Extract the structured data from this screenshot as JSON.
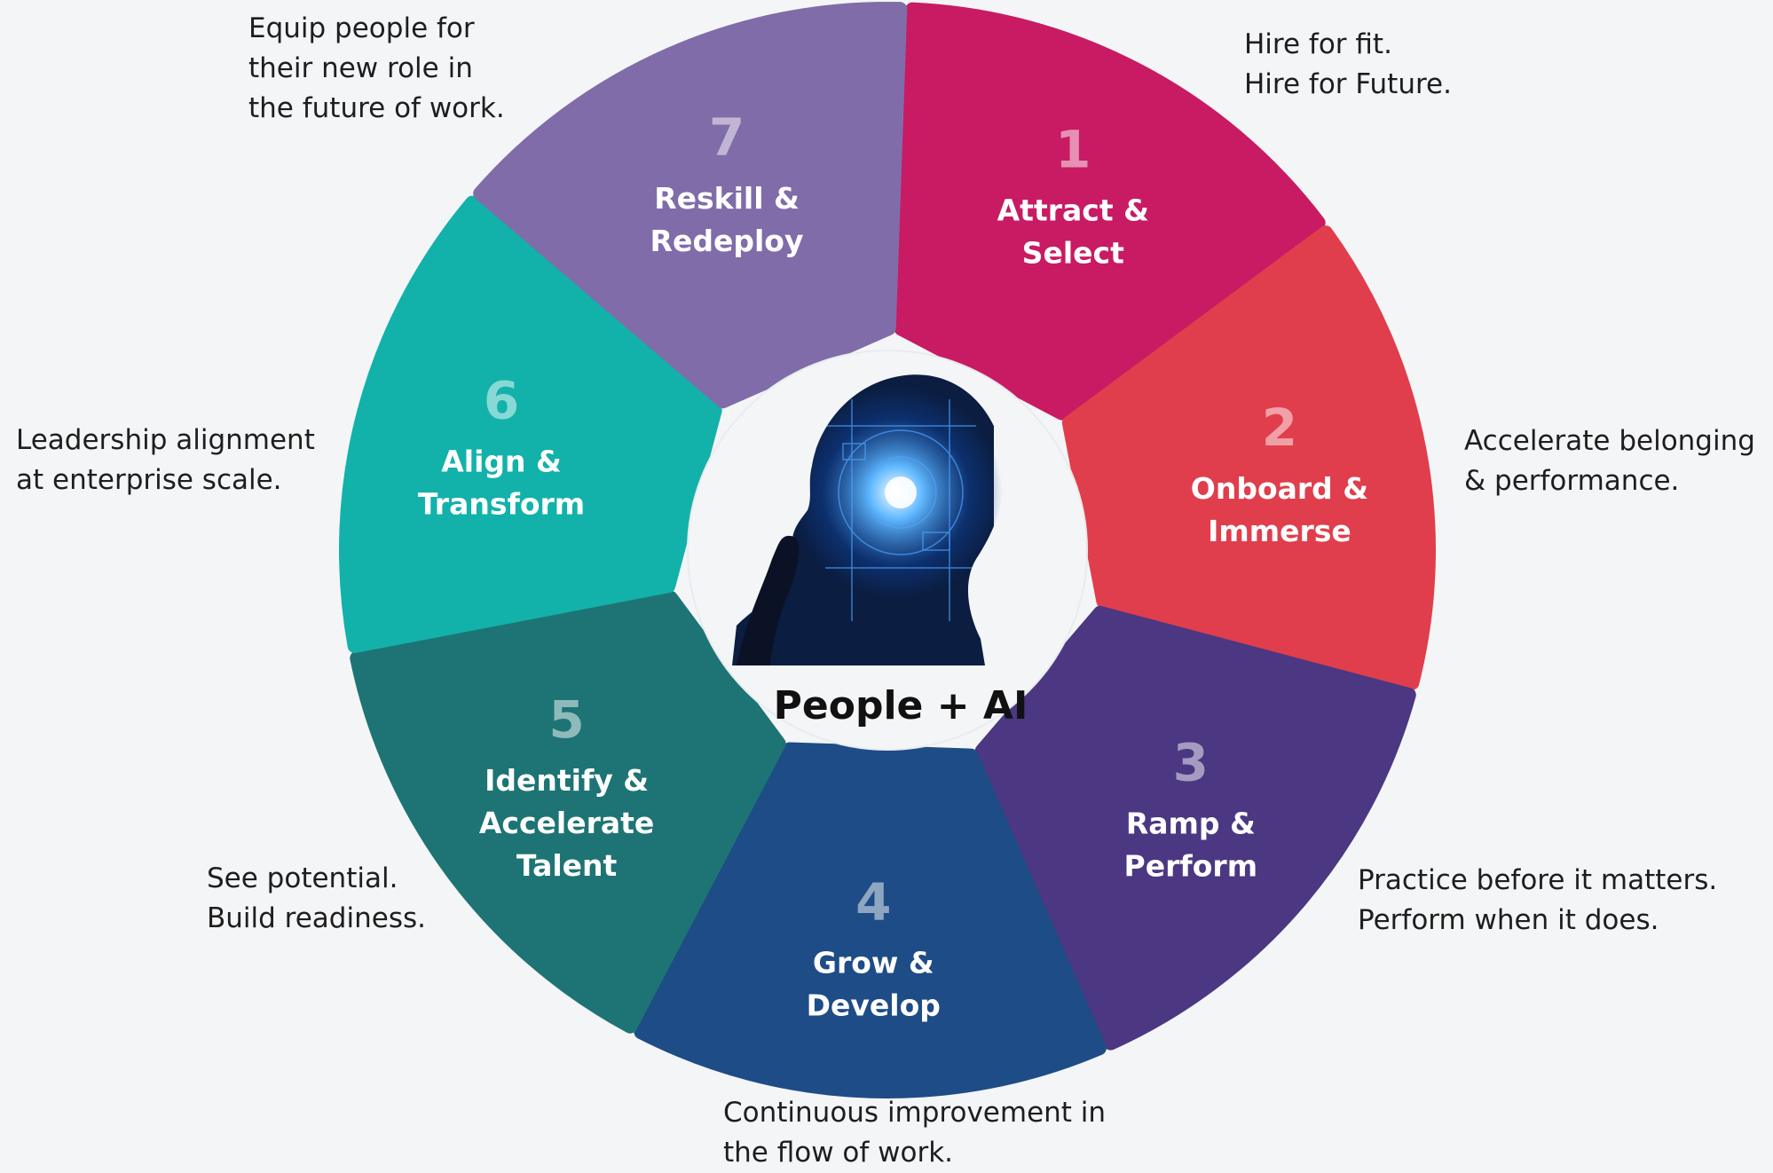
{
  "center": {
    "label": "People + AI",
    "image": "person-silhouette-with-digital-brain"
  },
  "segments": [
    {
      "number": "1",
      "title": [
        "Attract &",
        "Select"
      ],
      "color": "#c81b64",
      "numColor": "#e690b4"
    },
    {
      "number": "2",
      "title": [
        "Onboard &",
        "Immerse"
      ],
      "color": "#e03e4c",
      "numColor": "#f0a0a6"
    },
    {
      "number": "3",
      "title": [
        "Ramp &",
        "Perform"
      ],
      "color": "#4b3782",
      "numColor": "#a59bc1"
    },
    {
      "number": "4",
      "title": [
        "Grow &",
        "Develop"
      ],
      "color": "#1e4c86",
      "numColor": "#8fa6c3"
    },
    {
      "number": "5",
      "title": [
        "Identify &",
        "Accelerate",
        "Talent"
      ],
      "color": "#1e7474",
      "numColor": "#8fbaba"
    },
    {
      "number": "6",
      "title": [
        "Align &",
        "Transform"
      ],
      "color": "#12b2aa",
      "numColor": "#88d9d5"
    },
    {
      "number": "7",
      "title": [
        "Reskill &",
        "Redeploy"
      ],
      "color": "#806ca9",
      "numColor": "#c0b6d4"
    }
  ],
  "descriptions": {
    "d1": "Hire for fit.\nHire for Future.",
    "d2": "Accelerate belonging\n& performance.",
    "d3": "Practice before it matters.\nPerform when it does.",
    "d4": "Continuous improvement in\nthe flow of work.",
    "d5": "See potential.\nBuild readiness.",
    "d6": "Leadership alignment\nat enterprise scale.",
    "d7": "Equip people for\ntheir new role in\nthe future of work."
  }
}
